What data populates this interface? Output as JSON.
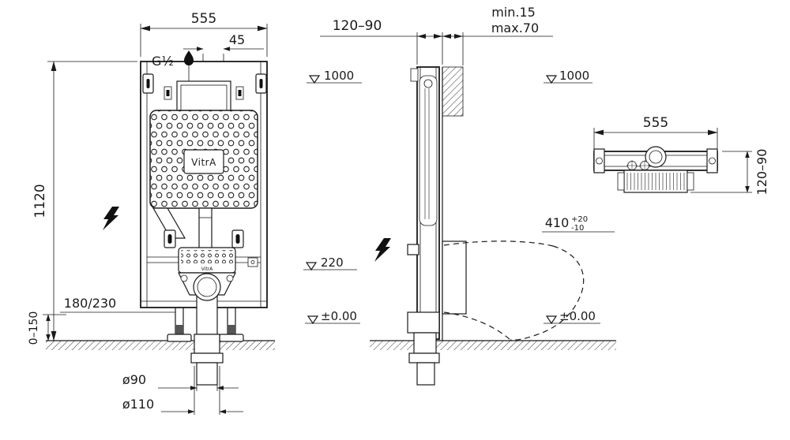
{
  "drawing": {
    "front": {
      "width": "555",
      "inlet_offset": "45",
      "inlet_thread": "G½",
      "height": "1120",
      "level_top": "1000",
      "level_outlet": "220",
      "depth_range": "180/230",
      "floor": "±0.00",
      "foot_adjust": "0–150",
      "drain_d90": "ø90",
      "drain_d110": "ø110",
      "brand": "VitrA",
      "brand_small": "VitrA"
    },
    "side": {
      "depth": "120–90",
      "wall_min": "min.15",
      "wall_max": "max.70",
      "level_top": "1000",
      "bowl_height": "410",
      "tol_plus": "+20",
      "tol_minus": "-10",
      "floor": "±0.00"
    },
    "top": {
      "width": "555",
      "depth": "120–90"
    }
  }
}
